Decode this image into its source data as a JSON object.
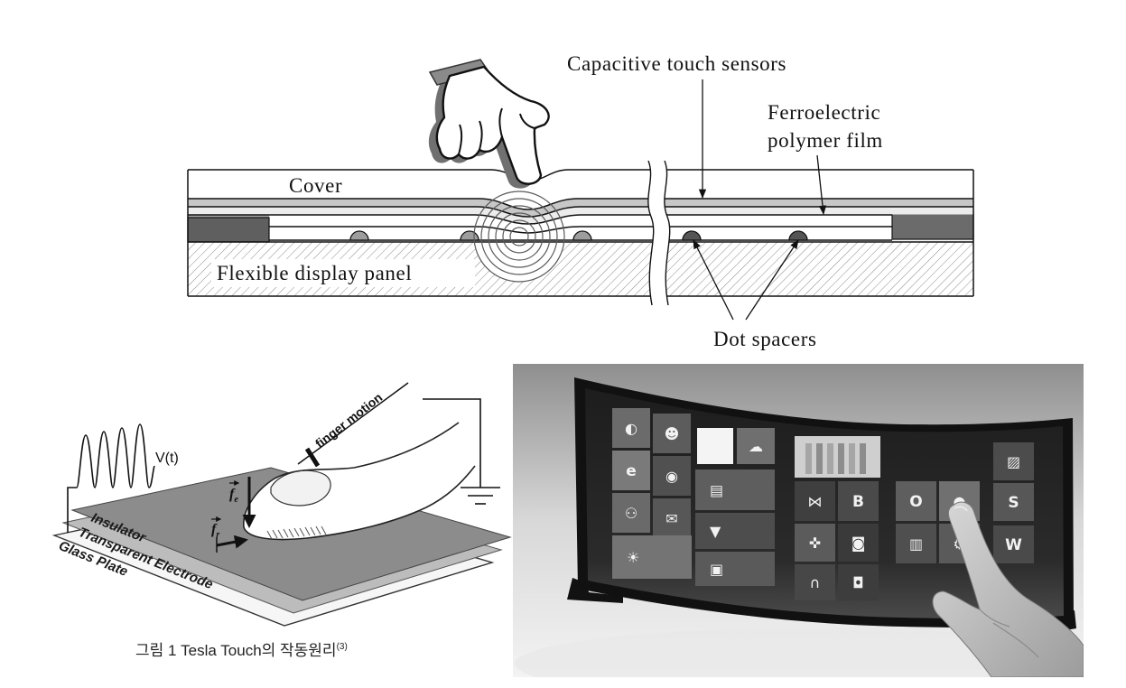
{
  "top_diagram": {
    "capacitive_touch_sensors": "Capacitive touch sensors",
    "ferroelectric_line1": "Ferroelectric",
    "ferroelectric_line2": "polymer film",
    "cover": "Cover",
    "flexible_display_panel": "Flexible display panel",
    "dot_spacers": "Dot spacers"
  },
  "tesla_touch": {
    "finger_motion": "finger motion",
    "voltage": "V(t)",
    "insulator": "Insulator",
    "transparent_electrode": "Transparent Electrode",
    "glass_plate": "Glass Plate",
    "force_e": {
      "symbol": "f",
      "subscript": "e"
    },
    "force_r": {
      "symbol": "f",
      "subscript": "r"
    },
    "caption": {
      "text": "그림 1 Tesla Touch의 작동원리",
      "superscript": "(3)"
    }
  },
  "curved_display": {
    "tiles": [
      {
        "name": "photos-tile",
        "icon": "photos-icon"
      },
      {
        "name": "music-tile",
        "icon": "music-icon"
      },
      {
        "name": "blank-white-tile",
        "icon": ""
      },
      {
        "name": "cloud-tile",
        "icon": "cloud-icon"
      },
      {
        "name": "internet-explorer-tile",
        "icon": "internet-explorer-logo",
        "logo_letter": "e"
      },
      {
        "name": "disc-tile",
        "icon": "disc-icon"
      },
      {
        "name": "news-tile",
        "icon": "news-icon"
      },
      {
        "name": "people-tile",
        "icon": "people-icon"
      },
      {
        "name": "messaging-tile",
        "icon": "chat-icon"
      },
      {
        "name": "store-tile",
        "icon": "store-icon"
      },
      {
        "name": "weather-tile",
        "icon": "weather-icon"
      },
      {
        "name": "calendar-tile",
        "icon": "calendar-icon"
      },
      {
        "name": "photo-tile",
        "icon": "photo-thumbnail"
      },
      {
        "name": "visual-studio-tile",
        "icon": "visual-studio-logo"
      },
      {
        "name": "bing-tile",
        "icon": "bing-logo",
        "logo_letter": "B"
      },
      {
        "name": "xbox-tile",
        "icon": "game-controller-icon"
      },
      {
        "name": "camera-tile",
        "icon": "camera-icon"
      },
      {
        "name": "music-player-tile",
        "icon": "headphones-icon"
      },
      {
        "name": "video-tile",
        "icon": "video-icon"
      },
      {
        "name": "outlook-tile",
        "icon": "outlook-logo",
        "logo_letter": "O"
      },
      {
        "name": "touched-tile",
        "icon": "circle-icon"
      },
      {
        "name": "document-tile",
        "icon": "document-icon"
      },
      {
        "name": "settings-tile",
        "icon": "settings-icon"
      },
      {
        "name": "onenote-tile",
        "icon": "notebook-icon"
      },
      {
        "name": "sharepoint-tile",
        "icon": "sharepoint-logo",
        "logo_letter": "S"
      },
      {
        "name": "word-tile",
        "icon": "word-logo",
        "logo_letter": "W"
      }
    ]
  },
  "colors": {
    "background": "#ffffff",
    "insulator": "#8c8c8c",
    "transparent_electrode": "#bcbcbc",
    "glass_plate": "#f6f6f6",
    "monitor_bezel": "#111111",
    "screen": "#262626"
  }
}
